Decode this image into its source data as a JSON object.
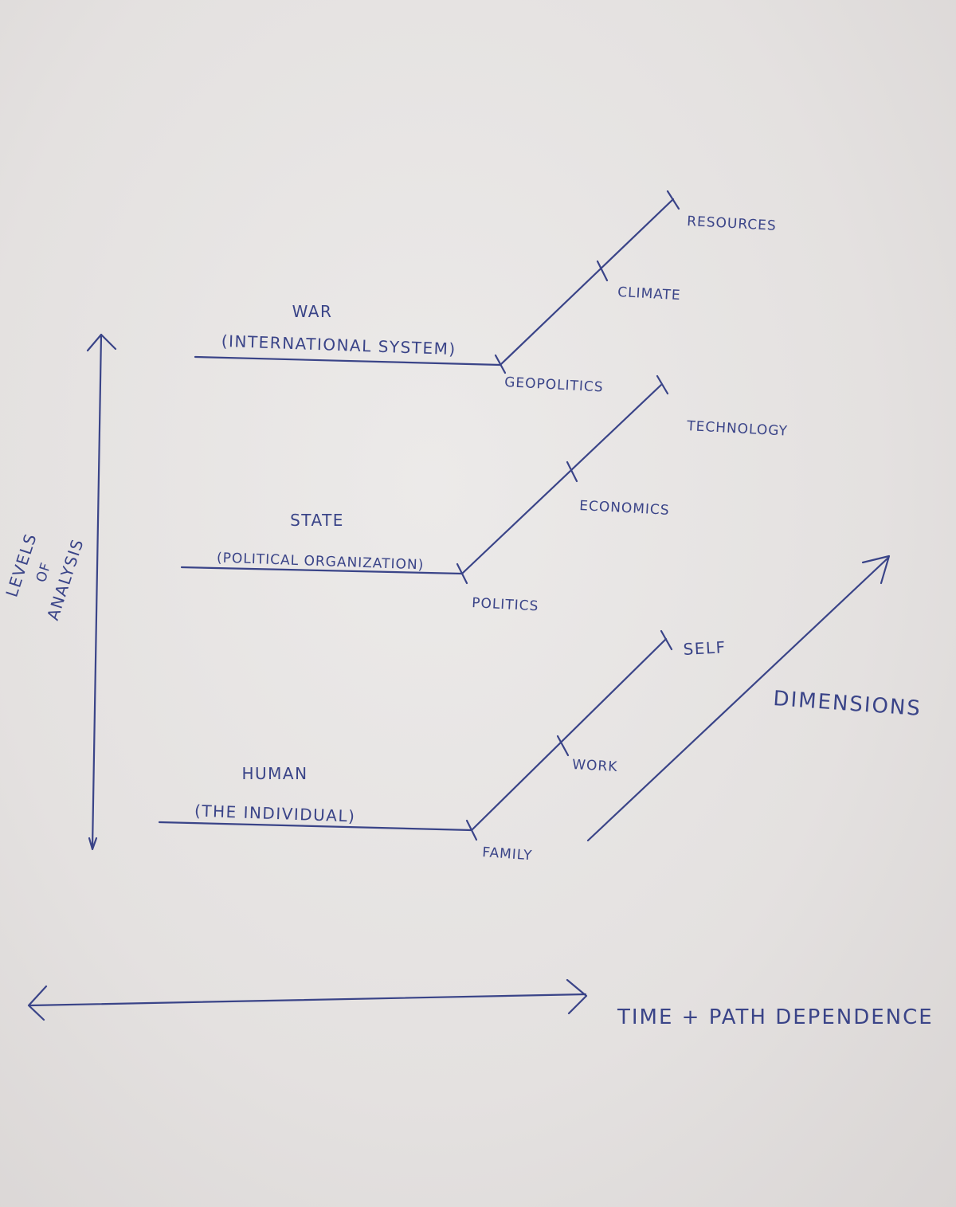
{
  "axes": {
    "vertical_label_line1": "LEVELS",
    "vertical_label_line2": "OF",
    "vertical_label_line3": "ANALYSIS",
    "horizontal_label": "TIME + PATH DEPENDENCE",
    "diagonal_label": "DIMENSIONS"
  },
  "levels": [
    {
      "title": "WAR",
      "subtitle": "(INTERNATIONAL SYSTEM)",
      "dimensions": [
        "GEOPOLITICS",
        "CLIMATE",
        "RESOURCES"
      ]
    },
    {
      "title": "STATE",
      "subtitle": "(POLITICAL ORGANIZATION)",
      "dimensions": [
        "POLITICS",
        "ECONOMICS",
        "TECHNOLOGY"
      ]
    },
    {
      "title": "HUMAN",
      "subtitle": "(THE INDIVIDUAL)",
      "dimensions": [
        "FAMILY",
        "WORK",
        "SELF"
      ]
    }
  ],
  "ink_color": "#3a4488"
}
